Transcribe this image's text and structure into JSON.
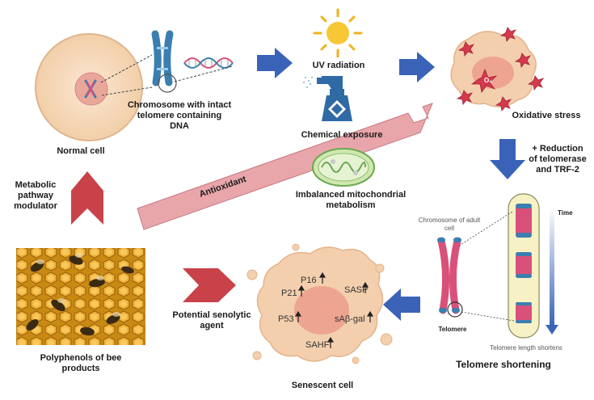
{
  "labels": {
    "normal_cell": "Normal cell",
    "chromosome_line1": "Chromosome with intact",
    "chromosome_line2": "telomere containing",
    "chromosome_line3": "DNA",
    "uv": "UV radiation",
    "chemical": "Chemical exposure",
    "oxidative": "Oxidative stress",
    "o2": "O₂",
    "reduction_line1": "+ Reduction",
    "reduction_line2": "of telomerase",
    "reduction_line3": "and TRF-2",
    "antioxidant": "Antioxidant",
    "mito_line1": "Imbalanced mitochondrial",
    "mito_line2": "metabolism",
    "metabolic_line1": "Metabolic",
    "metabolic_line2": "pathway",
    "metabolic_line3": "modulator",
    "adult_chrom_line1": "Chromosome of adult",
    "adult_chrom_line2": "cell",
    "time": "Time",
    "telomere": "Telomere",
    "telomere_length": "Telomere length shortens",
    "telomere_shortening": "Telomere shortening",
    "senolytic_line1": "Potential senolytic",
    "senolytic_line2": "agent",
    "polyphenols_line1": "Polyphenols of bee",
    "polyphenols_line2": "products",
    "senescent": "Senescent cell"
  },
  "markers": [
    "P16",
    "P21",
    "SASP",
    "P53",
    "sAβ-gal",
    "SAHF"
  ],
  "colors": {
    "arrow_blue": "#3a63b8",
    "arrow_red": "#c9424a",
    "antioxidant_band": "#e8a6ab",
    "cell_fill": "#f6dcc2",
    "nucleus": "#e9a79a",
    "senescent_fill": "#f3cfae",
    "chromosome_pink": "#d9507a",
    "telomere_blue": "#3b7fb0"
  }
}
